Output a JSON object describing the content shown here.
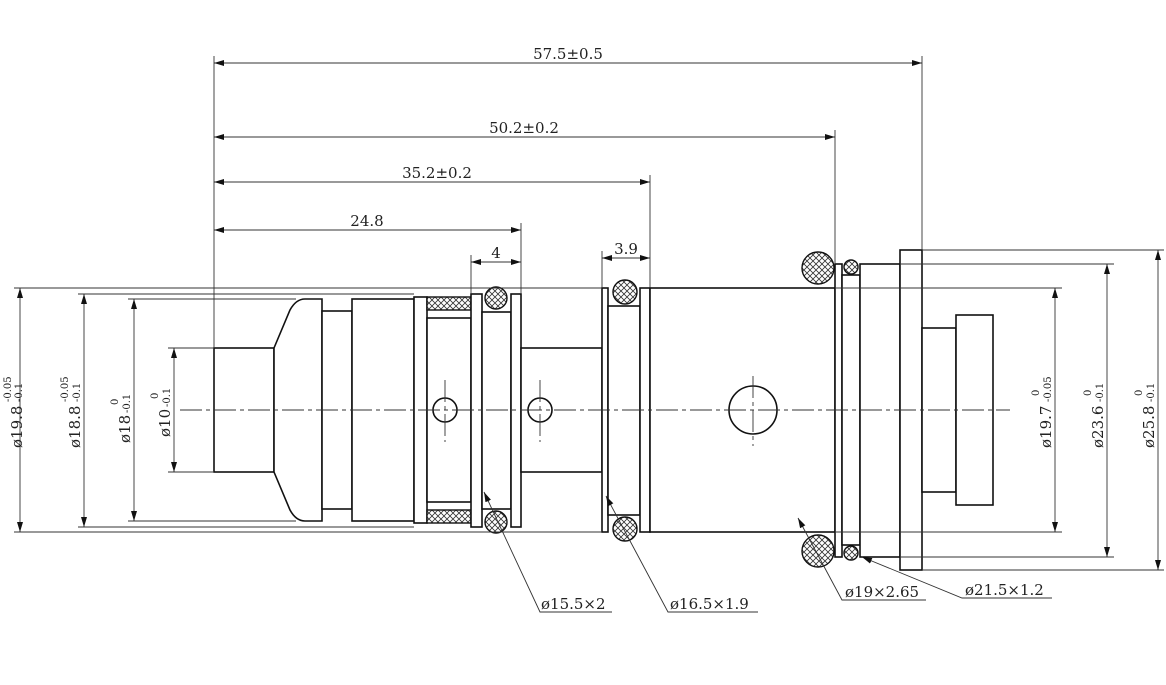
{
  "title": "Valve cartridge dimension drawing",
  "horizontal_dims": {
    "overall": "57.5±0.5",
    "to_flange": "50.2±0.2",
    "to_body": "35.2±0.2",
    "to_stem": "24.8",
    "groove_1": "4",
    "groove_2": "3.9"
  },
  "left_diameters": [
    {
      "main": "ø19.8",
      "upper": "-0.05",
      "lower": "-0.1"
    },
    {
      "main": "ø18.8",
      "upper": "-0.05",
      "lower": "-0.1"
    },
    {
      "main": "ø18",
      "upper": "0",
      "lower": "-0.1"
    },
    {
      "main": "ø10",
      "upper": "0",
      "lower": "-0.1"
    }
  ],
  "right_diameters": [
    {
      "main": "ø19.7",
      "upper": "0",
      "lower": "-0.05"
    },
    {
      "main": "ø23.6",
      "upper": "0",
      "lower": "-0.1"
    },
    {
      "main": "ø25.8",
      "upper": "0",
      "lower": "-0.1"
    }
  ],
  "o_rings": [
    "ø15.5×2",
    "ø16.5×1.9",
    "ø19×2.65",
    "ø21.5×1.2"
  ]
}
